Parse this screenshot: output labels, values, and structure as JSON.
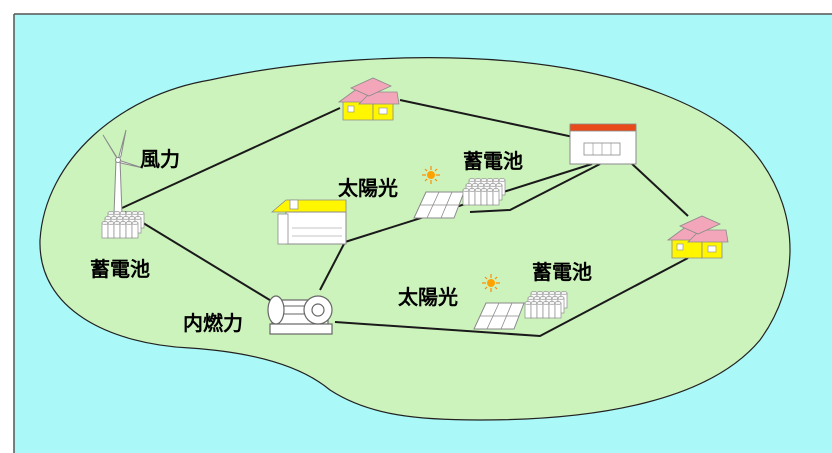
{
  "colors": {
    "sea": "#aaf8f8",
    "island": "#cdf3bd",
    "frame": "#555555",
    "line": "#1a1a1a",
    "house_wall": "#fff600",
    "house_roof": "#f3a6ba",
    "factory_roof": "#e84a1a",
    "sun": "#ffa200"
  },
  "labels": {
    "wind": "風力",
    "battery_1": "蓄電池",
    "battery_2": "蓄電池",
    "battery_3": "蓄電池",
    "solar_1": "太陽光",
    "solar_2": "太陽光",
    "engine": "内燃力"
  },
  "icons": {
    "wind_turbine": "wind-turbine-icon",
    "house": "house-icon",
    "factory": "factory-icon",
    "school": "school-icon",
    "solar_panel": "solar-panel-icon",
    "battery": "battery-bank-icon",
    "generator": "engine-generator-icon",
    "sun": "sun-icon"
  }
}
